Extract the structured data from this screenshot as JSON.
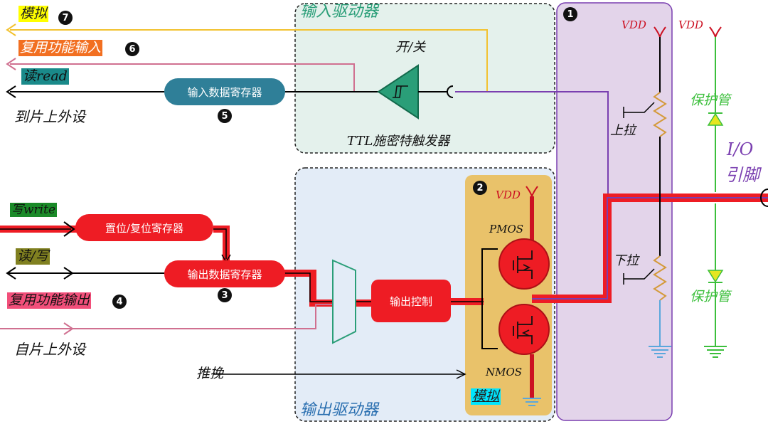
{
  "groups": {
    "input_driver": "输入驱动器",
    "output_driver": "输出驱动器"
  },
  "signals": {
    "analog": "模拟",
    "alt_input": "复用功能输入",
    "read": "读read",
    "to_peripheral": "到片上外设",
    "write": "写write",
    "read_write": "读/写",
    "alt_output": "复用功能输出",
    "from_peripheral": "自片上外设",
    "push_pull": "推挽",
    "analog_box": "模拟"
  },
  "blocks": {
    "input_data_register": "输入数据寄存器",
    "set_reset_register": "置位/复位寄存器",
    "output_data_register": "输出数据寄存器",
    "output_control": "输出控制"
  },
  "components": {
    "on_off": "开/关",
    "schmitt": "TTL施密特触发器",
    "vdd": "VDD",
    "pmos": "PMOS",
    "nmos": "NMOS",
    "pull_up": "上拉",
    "pull_down": "下拉",
    "protect_diode_top": "保护管",
    "protect_diode_bottom": "保护管",
    "io_pin_line1": "I/O",
    "io_pin_line2": "引脚"
  },
  "badges": {
    "b1": "1",
    "b2": "2",
    "b3": "3",
    "b4": "4",
    "b5": "5",
    "b6": "6",
    "b7": "7"
  },
  "colors": {
    "analog_line": "#f2c230",
    "alt_input_line": "#d07090",
    "pin_line": "#7a3fb0",
    "bus_red": "#ee1c24",
    "pulldown_line": "#5aa7dc",
    "diode_green": "#3cbf3c",
    "input_panel": "#e4f1ec",
    "output_panel": "#e3ecf7",
    "mos_panel": "#e9c26a",
    "pin_panel": "#e3d4ea"
  }
}
